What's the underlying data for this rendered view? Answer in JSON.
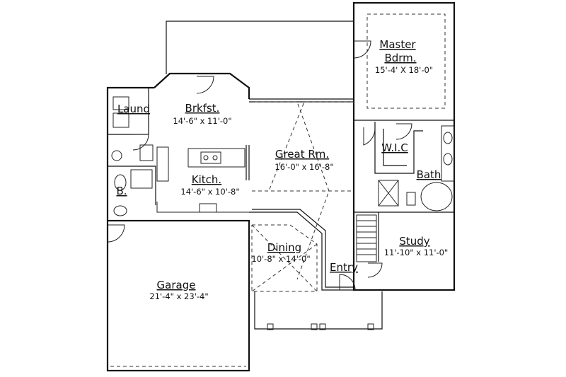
{
  "rooms": {
    "master": {
      "name": "Master",
      "name2": "Bdrm.",
      "dims": "15'-4' X 18'-0\""
    },
    "brkfst": {
      "name": "Brkfst.",
      "dims": "14'-6\" x 11'-0\""
    },
    "laund": {
      "name": "Laund"
    },
    "great": {
      "name": "Great Rm.",
      "dims": "16'-0\" x 16'-8\""
    },
    "kitch": {
      "name": "Kitch.",
      "dims": "14'-6\" x 10'-8\""
    },
    "wic": {
      "name": "W.I.C"
    },
    "bath": {
      "name": "Bath"
    },
    "b": {
      "name": "B."
    },
    "study": {
      "name": "Study",
      "dims": "11'-10\" x 11'-0\""
    },
    "dining": {
      "name": "Dining",
      "dims": "10'-8\" x 14'-0\""
    },
    "entry": {
      "name": "Entry"
    },
    "garage": {
      "name": "Garage",
      "dims": "21'-4\" x 23'-4\""
    }
  }
}
